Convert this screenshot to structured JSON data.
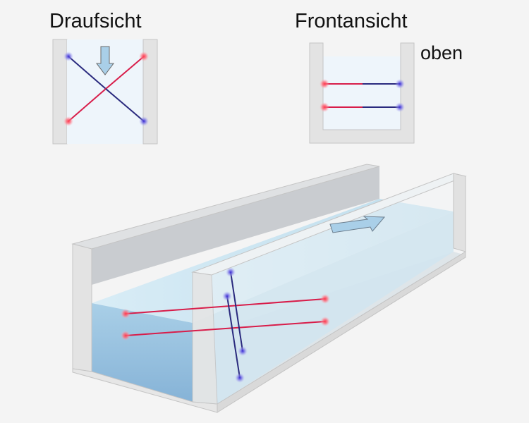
{
  "labels": {
    "top_view": "Draufsicht",
    "front_view": "Frontansicht",
    "top_marker": "oben"
  },
  "colors": {
    "background": "#f4f4f4",
    "wall_face": "#e3e3e3",
    "wall_outline": "#c4c4c4",
    "wall_back": "#c9ccd0",
    "water_light": "#cde6f2",
    "water_deep": "#9bc3df",
    "beam_red": "#d81d4a",
    "beam_blue": "#2a2a7e",
    "flow_arrow": "#a9cfe8"
  },
  "icons": {
    "flow_direction": "arrow-icon",
    "sensor_transmitter": "red-dot-icon",
    "sensor_receiver": "blue-dot-icon"
  }
}
